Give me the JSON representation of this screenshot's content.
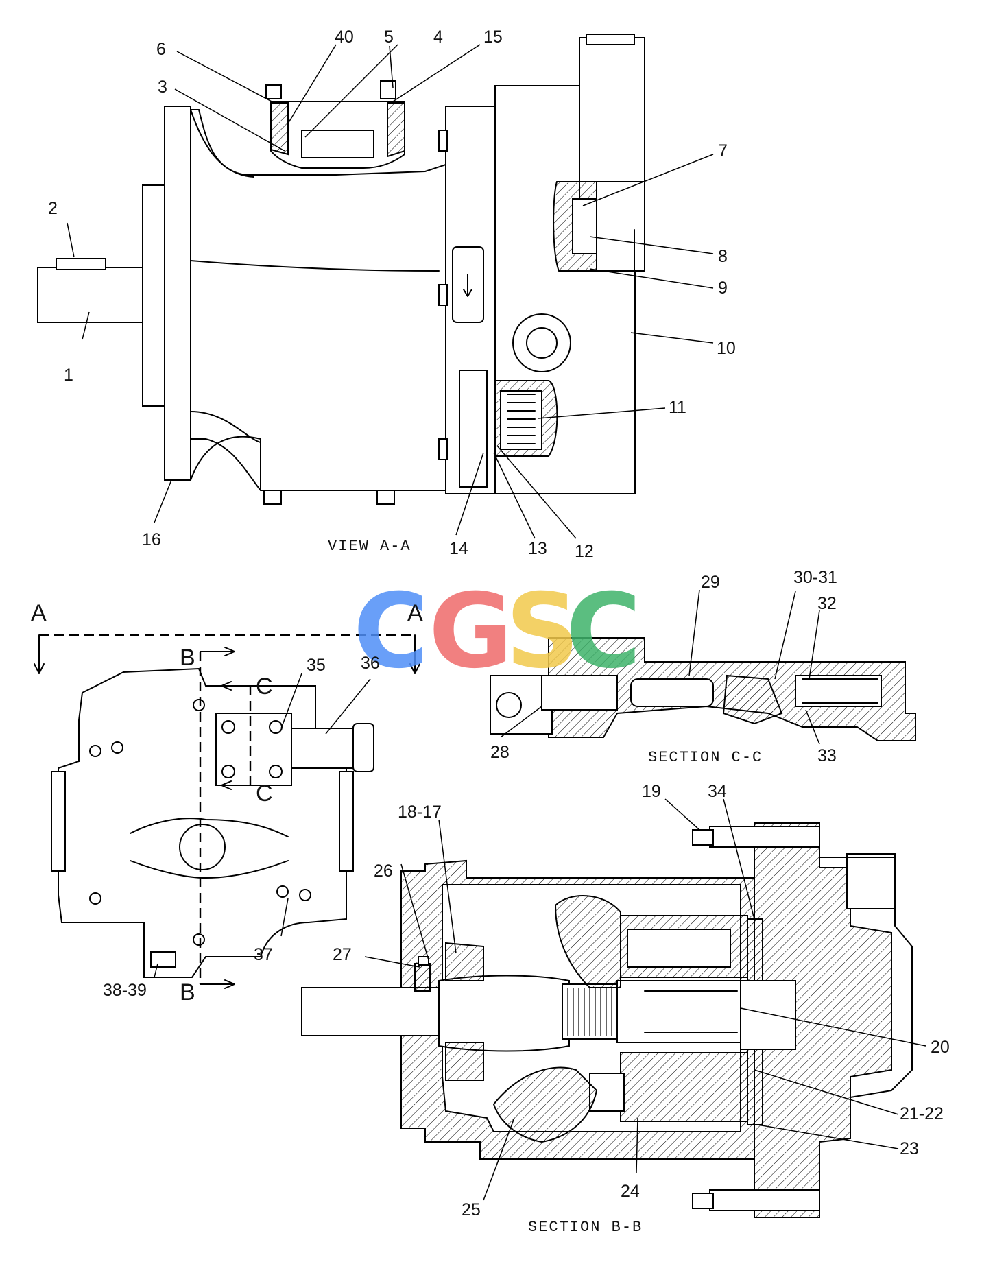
{
  "views": {
    "view_aa": "VIEW A-A",
    "section_cc": "SECTION C-C",
    "section_bb": "SECTION B-B"
  },
  "section_markers": {
    "a_left": "A",
    "a_right": "A",
    "b_top": "B",
    "b_bottom": "B",
    "c_top": "C",
    "c_bottom": "C"
  },
  "callouts": {
    "c1": "1",
    "c2": "2",
    "c3": "3",
    "c4": "4",
    "c5": "5",
    "c6": "6",
    "c7": "7",
    "c8": "8",
    "c9": "9",
    "c10": "10",
    "c11": "11",
    "c12": "12",
    "c13": "13",
    "c14": "14",
    "c15": "15",
    "c16": "16",
    "c18_17": "18-17",
    "c19": "19",
    "c20": "20",
    "c21_22": "21-22",
    "c23": "23",
    "c24": "24",
    "c25": "25",
    "c26": "26",
    "c27": "27",
    "c28": "28",
    "c29": "29",
    "c30_31": "30-31",
    "c32": "32",
    "c33": "33",
    "c34": "34",
    "c35": "35",
    "c36": "36",
    "c37": "37",
    "c38_39": "38-39",
    "c40": "40"
  },
  "watermark": {
    "letters": [
      "C",
      "G",
      "S",
      "C"
    ],
    "colors": [
      "#4f8ff7",
      "#ef6b6b",
      "#f2c94c",
      "#3fb36b"
    ]
  }
}
